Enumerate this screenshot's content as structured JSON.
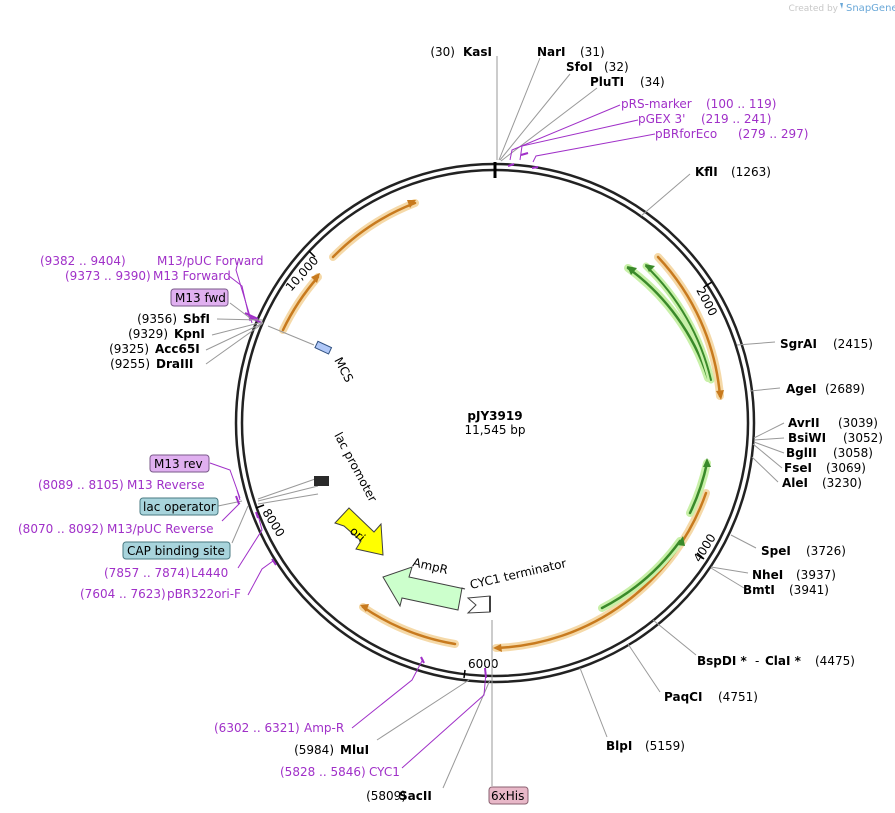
{
  "brand": {
    "created_by": "Created by",
    "name": "SnapGene"
  },
  "plasmid": {
    "name": "pJY3919",
    "length": "11,545 bp"
  },
  "ruler": [
    {
      "label": "2000"
    },
    {
      "label": "4000"
    },
    {
      "label": "6000"
    },
    {
      "label": "8000"
    },
    {
      "label": "10,000"
    }
  ],
  "enzymes": [
    {
      "name": "KasI",
      "pos": "(30)"
    },
    {
      "name": "NarI",
      "pos": "(31)"
    },
    {
      "name": "SfoI",
      "pos": "(32)"
    },
    {
      "name": "PluTI",
      "pos": "(34)"
    },
    {
      "name": "KflI",
      "pos": "(1263)"
    },
    {
      "name": "SgrAI",
      "pos": "(2415)"
    },
    {
      "name": "AgeI",
      "pos": "(2689)"
    },
    {
      "name": "AvrII",
      "pos": "(3039)"
    },
    {
      "name": "BsiWI",
      "pos": "(3052)"
    },
    {
      "name": "BglII",
      "pos": "(3058)"
    },
    {
      "name": "FseI",
      "pos": "(3069)"
    },
    {
      "name": "AleI",
      "pos": "(3230)"
    },
    {
      "name": "SpeI",
      "pos": "(3726)"
    },
    {
      "name": "NheI",
      "pos": "(3937)"
    },
    {
      "name": "BmtI",
      "pos": "(3941)"
    },
    {
      "name": "BspDI *",
      "sep": "-",
      "name2": "ClaI *",
      "pos": "(4475)"
    },
    {
      "name": "PaqCI",
      "pos": "(4751)"
    },
    {
      "name": "BlpI",
      "pos": "(5159)"
    },
    {
      "name": "SacII",
      "pos": "(5809)"
    },
    {
      "name": "MluI",
      "pos": "(5984)"
    },
    {
      "name": "DraIII",
      "pos": "(9255)"
    },
    {
      "name": "Acc65I",
      "pos": "(9325)"
    },
    {
      "name": "KpnI",
      "pos": "(9329)"
    },
    {
      "name": "SbfI",
      "pos": "(9356)"
    }
  ],
  "primers": [
    {
      "name": "pRS-marker",
      "pos": "(100 .. 119)"
    },
    {
      "name": "pGEX 3'",
      "pos": "(219 .. 241)"
    },
    {
      "name": "pBRforEco",
      "pos": "(279 .. 297)"
    },
    {
      "name": "M13/pUC Forward",
      "pos": "(9382 .. 9404)"
    },
    {
      "name": "M13 Forward",
      "pos": "(9373 .. 9390)"
    },
    {
      "name": "M13 Reverse",
      "pos": "(8089 .. 8105)"
    },
    {
      "name": "M13/pUC Reverse",
      "pos": "(8070 .. 8092)"
    },
    {
      "name": "L4440",
      "pos": "(7857 .. 7874)"
    },
    {
      "name": "pBR322ori-F",
      "pos": "(7604 .. 7623)"
    },
    {
      "name": "Amp-R",
      "pos": "(6302 .. 6321)"
    },
    {
      "name": "CYC1",
      "pos": "(5828 .. 5846)"
    }
  ],
  "boxed_labels": {
    "m13_fwd": "M13 fwd",
    "m13_rev": "M13 rev",
    "lac_operator": "lac operator",
    "cap_site": "CAP binding site",
    "his_tag": "6xHis"
  },
  "features": {
    "mcs": "MCS",
    "lac_promoter": "lac promoter",
    "ori": "ori",
    "ampr": "AmpR",
    "cyc1": "CYC1 terminator"
  },
  "colors": {
    "backbone": "#222222",
    "orange_feature": "#c87a1e",
    "orange_halo": "#f5d9a8",
    "green_feature": "#3a8a2a",
    "green_halo": "#c8f0a8",
    "primer": "#a030c8",
    "ori_fill": "#ffff00",
    "ampr_fill": "#ccffcc",
    "lac_operator_box": "#a8d4dc",
    "cap_box": "#a8d4dc",
    "m13_box": "#e0b0f0",
    "his_box": "#e8b8c8"
  }
}
